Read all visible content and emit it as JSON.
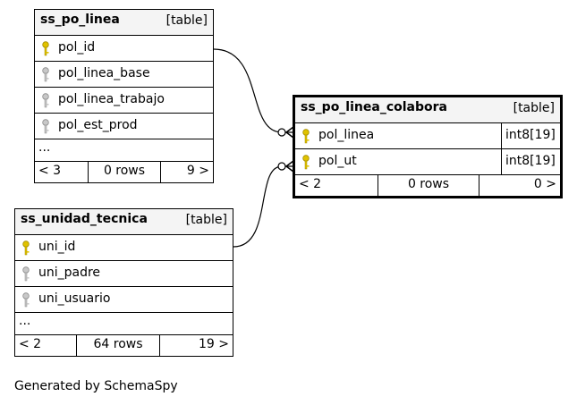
{
  "tables": {
    "po_linea": {
      "name": "ss_po_linea",
      "kind": "[table]",
      "columns": [
        {
          "name": "pol_id",
          "key": "primary"
        },
        {
          "name": "pol_linea_base",
          "key": "index"
        },
        {
          "name": "pol_linea_trabajo",
          "key": "index"
        },
        {
          "name": "pol_est_prod",
          "key": "index"
        }
      ],
      "more": "...",
      "footer": {
        "parents": "< 3",
        "rows": "0 rows",
        "children": "9 >"
      }
    },
    "colabora": {
      "name": "ss_po_linea_colabora",
      "kind": "[table]",
      "columns": [
        {
          "name": "pol_linea",
          "type": "int8[19]",
          "key": "primary"
        },
        {
          "name": "pol_ut",
          "type": "int8[19]",
          "key": "primary"
        }
      ],
      "footer": {
        "parents": "< 2",
        "rows": "0 rows",
        "children": "0 >"
      }
    },
    "unidad": {
      "name": "ss_unidad_tecnica",
      "kind": "[table]",
      "columns": [
        {
          "name": "uni_id",
          "key": "primary"
        },
        {
          "name": "uni_padre",
          "key": "index"
        },
        {
          "name": "uni_usuario",
          "key": "index"
        }
      ],
      "more": "...",
      "footer": {
        "parents": "< 2",
        "rows": "64 rows",
        "children": "19 >"
      }
    }
  },
  "icons": {
    "primary_key": "key-icon-yellow",
    "index_key": "key-icon-gray"
  },
  "colors": {
    "primary_key": "#e0c200",
    "index_key": "#b5b5b5",
    "header_bg": "#f4f4f4"
  },
  "generated_by": "Generated by SchemaSpy"
}
